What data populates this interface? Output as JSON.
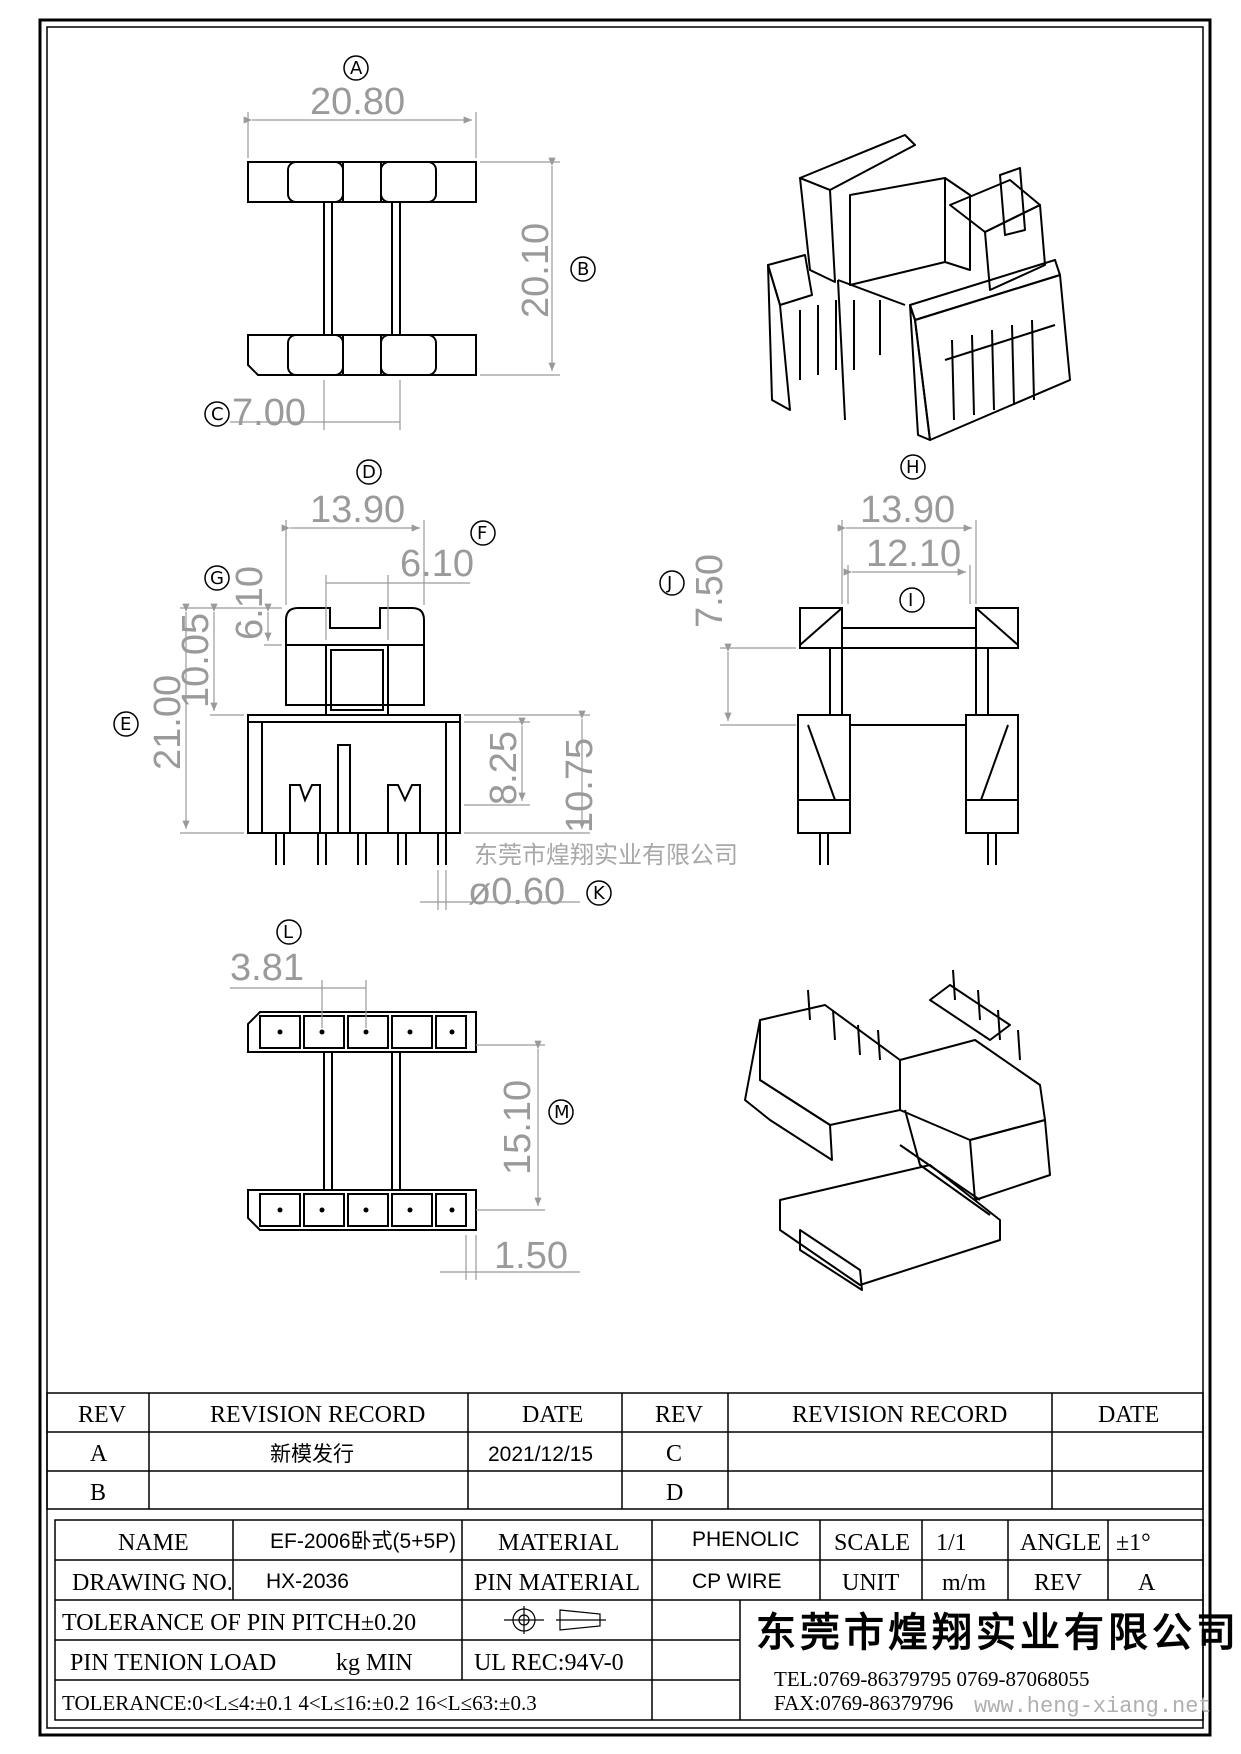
{
  "view_top": {
    "tag_a": "A",
    "dim_a": "20.80",
    "tag_b": "B",
    "dim_b": "20.10",
    "tag_c": "C",
    "dim_c": "7.00"
  },
  "view_front": {
    "tag_d": "D",
    "dim_d": "13.90",
    "tag_f": "F",
    "dim_f": "6.10",
    "tag_g": "G",
    "dim_g": "6.10",
    "dim_1005": "10.05",
    "tag_e": "E",
    "dim_e": "21.00",
    "dim_825": "8.25",
    "dim_1075": "10.75",
    "tag_k": "K",
    "dim_k": "ø0.60"
  },
  "view_side": {
    "dim_top": "13.90",
    "dim_inner": "12.10",
    "tag_i": "I",
    "tag_j": "J",
    "dim_j": "7.50"
  },
  "view_bottom": {
    "tag_l": "L",
    "dim_l": "3.81",
    "tag_m": "M",
    "dim_m": "15.10",
    "dim_150": "1.50"
  },
  "view_iso": {
    "tag_h": "H"
  },
  "watermark": {
    "center_text": "东莞市煌翔实业有限公司",
    "url": "www.heng-xiang.net"
  },
  "revision_table": {
    "headers": [
      "REV",
      "REVISION RECORD",
      "DATE",
      "REV",
      "REVISION RECORD",
      "DATE"
    ],
    "rows": [
      [
        "A",
        "新模发行",
        "2021/12/15",
        "C",
        "",
        ""
      ],
      [
        "B",
        "",
        "",
        "D",
        "",
        ""
      ]
    ]
  },
  "title_block": {
    "name_label": "NAME",
    "name_value": "EF-2006卧式(5+5P)",
    "material_label": "MATERIAL",
    "material_value": "PHENOLIC",
    "scale_label": "SCALE",
    "scale_value": "1/1",
    "angle_label": "ANGLE",
    "angle_value": "±1°",
    "drawing_no_label": "DRAWING NO.",
    "drawing_no_value": "HX-2036",
    "pin_material_label": "PIN MATERIAL",
    "pin_material_value": "CP WIRE",
    "unit_label": "UNIT",
    "unit_value": "m/m",
    "rev_label": "REV",
    "rev_value": "A",
    "tolerance_pitch": "TOLERANCE OF PIN PITCH±0.20",
    "pin_tension_label": "PIN TENION LOAD",
    "pin_tension_value": "kg MIN",
    "ul_rec": "UL REC:94V-0",
    "tolerance_general": "TOLERANCE:0<L≤4:±0.1  4<L≤16:±0.2  16<L≤63:±0.3",
    "company": "东莞市煌翔实业有限公司",
    "tel": "TEL:0769-86379795    0769-87068055",
    "fax": "FAX:0769-86379796"
  }
}
